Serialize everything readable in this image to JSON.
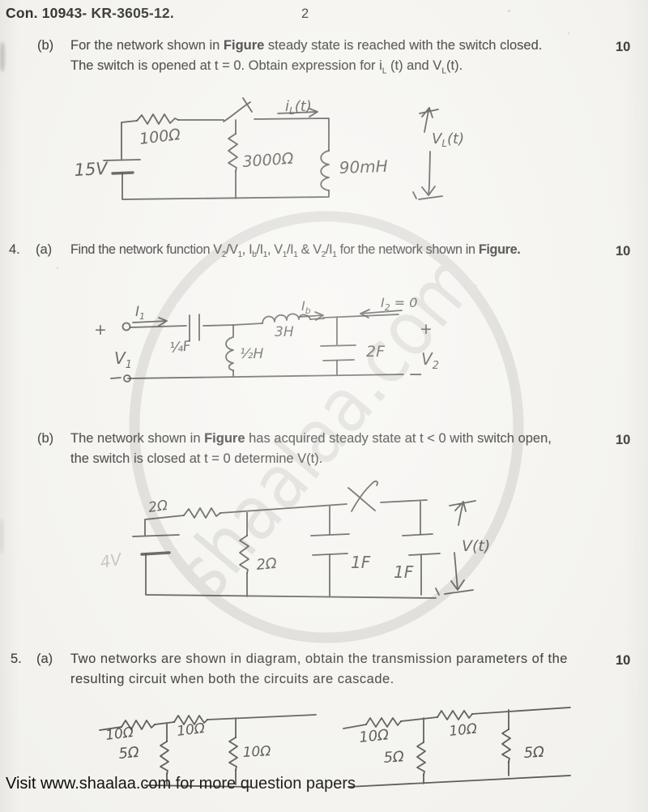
{
  "page": {
    "header_left": "Con. 10943- KR-3605-12.",
    "page_number": "2",
    "watermark_text": "shaalaa.com",
    "footer": "Visit www.shaalaa.com for more question papers"
  },
  "questions": {
    "q3b": {
      "label": "(b)",
      "marks": "10",
      "rich": [
        {
          "t": "For the network shown in "
        },
        {
          "t": "Figure",
          "b": 1
        },
        {
          "t": " steady state is reached with the switch closed."
        },
        {
          "br": 1
        },
        {
          "t": "The switch is opened at t = 0. Obtain expression for i"
        },
        {
          "t": "L",
          "s": 1
        },
        {
          "t": " (t) and V"
        },
        {
          "t": "L",
          "s": 1
        },
        {
          "t": "(t)."
        }
      ]
    },
    "q4": {
      "number": "4.",
      "a": {
        "label": "(a)",
        "marks": "10",
        "rich": [
          {
            "t": "Find the network function V"
          },
          {
            "t": "2",
            "s": 1
          },
          {
            "t": "/V"
          },
          {
            "t": "1",
            "s": 1
          },
          {
            "t": ", I"
          },
          {
            "t": "b",
            "s": 1
          },
          {
            "t": "/I"
          },
          {
            "t": "1",
            "s": 1
          },
          {
            "t": ", V"
          },
          {
            "t": "1",
            "s": 1
          },
          {
            "t": "/I"
          },
          {
            "t": "1",
            "s": 1
          },
          {
            "t": " & V"
          },
          {
            "t": "2",
            "s": 1
          },
          {
            "t": "/I"
          },
          {
            "t": "1",
            "s": 1
          },
          {
            "t": " for the network shown in "
          },
          {
            "t": "Figure.",
            "b": 1
          }
        ]
      },
      "b": {
        "label": "(b)",
        "marks": "10",
        "rich": [
          {
            "t": "The network shown in "
          },
          {
            "t": "Figure",
            "b": 1
          },
          {
            "t": " has acquired steady state at t < 0 with switch open,"
          },
          {
            "br": 1
          },
          {
            "t": "the switch is closed at t = 0 determine V(t)."
          }
        ]
      }
    },
    "q5": {
      "number": "5.",
      "a": {
        "label": "(a)",
        "marks": "10",
        "rich": [
          {
            "t": "Two networks are shown in diagram, obtain the transmission parameters of the"
          },
          {
            "br": 1
          },
          {
            "t": "resulting circuit when both the circuits are cascade."
          }
        ]
      }
    }
  },
  "circuits": {
    "c1": {
      "source": "15V",
      "r_series": "100Ω",
      "r_shunt": "3000Ω",
      "inductor": "90mH",
      "current": {
        "main": "i",
        "sub": "L",
        "rest": "(t)"
      },
      "voltage": {
        "main": "V",
        "sub": "L",
        "rest": "(t)"
      }
    },
    "c2": {
      "plus_in": "+",
      "i1": {
        "main": "I",
        "sub": "1"
      },
      "v1": {
        "main": "V",
        "sub": "1"
      },
      "cap_series": "¼F",
      "l_shunt": "½H",
      "l_series": "3H",
      "ib": {
        "main": "I",
        "sub": "b"
      },
      "cap_shunt": "2F",
      "i2": {
        "main": "I",
        "sub": "2",
        "rest": " = 0"
      },
      "plus_out": "+",
      "v2": {
        "main": "V",
        "sub": "2"
      },
      "minus_out": "−"
    },
    "c3": {
      "source": "4V",
      "r_series": "2Ω",
      "r_shunt": "2Ω",
      "cap_mid": "1F",
      "cap_right": "1F",
      "voltage": "V(t)"
    },
    "c4_left": {
      "r_series_1": "10Ω",
      "r_series_2": "10Ω",
      "r_shunt_1": "5Ω",
      "r_shunt_2": "10Ω"
    },
    "c4_right": {
      "r_series_1": "10Ω",
      "r_series_2": "10Ω",
      "r_shunt_1": "5Ω",
      "r_shunt_2": "5Ω"
    }
  }
}
